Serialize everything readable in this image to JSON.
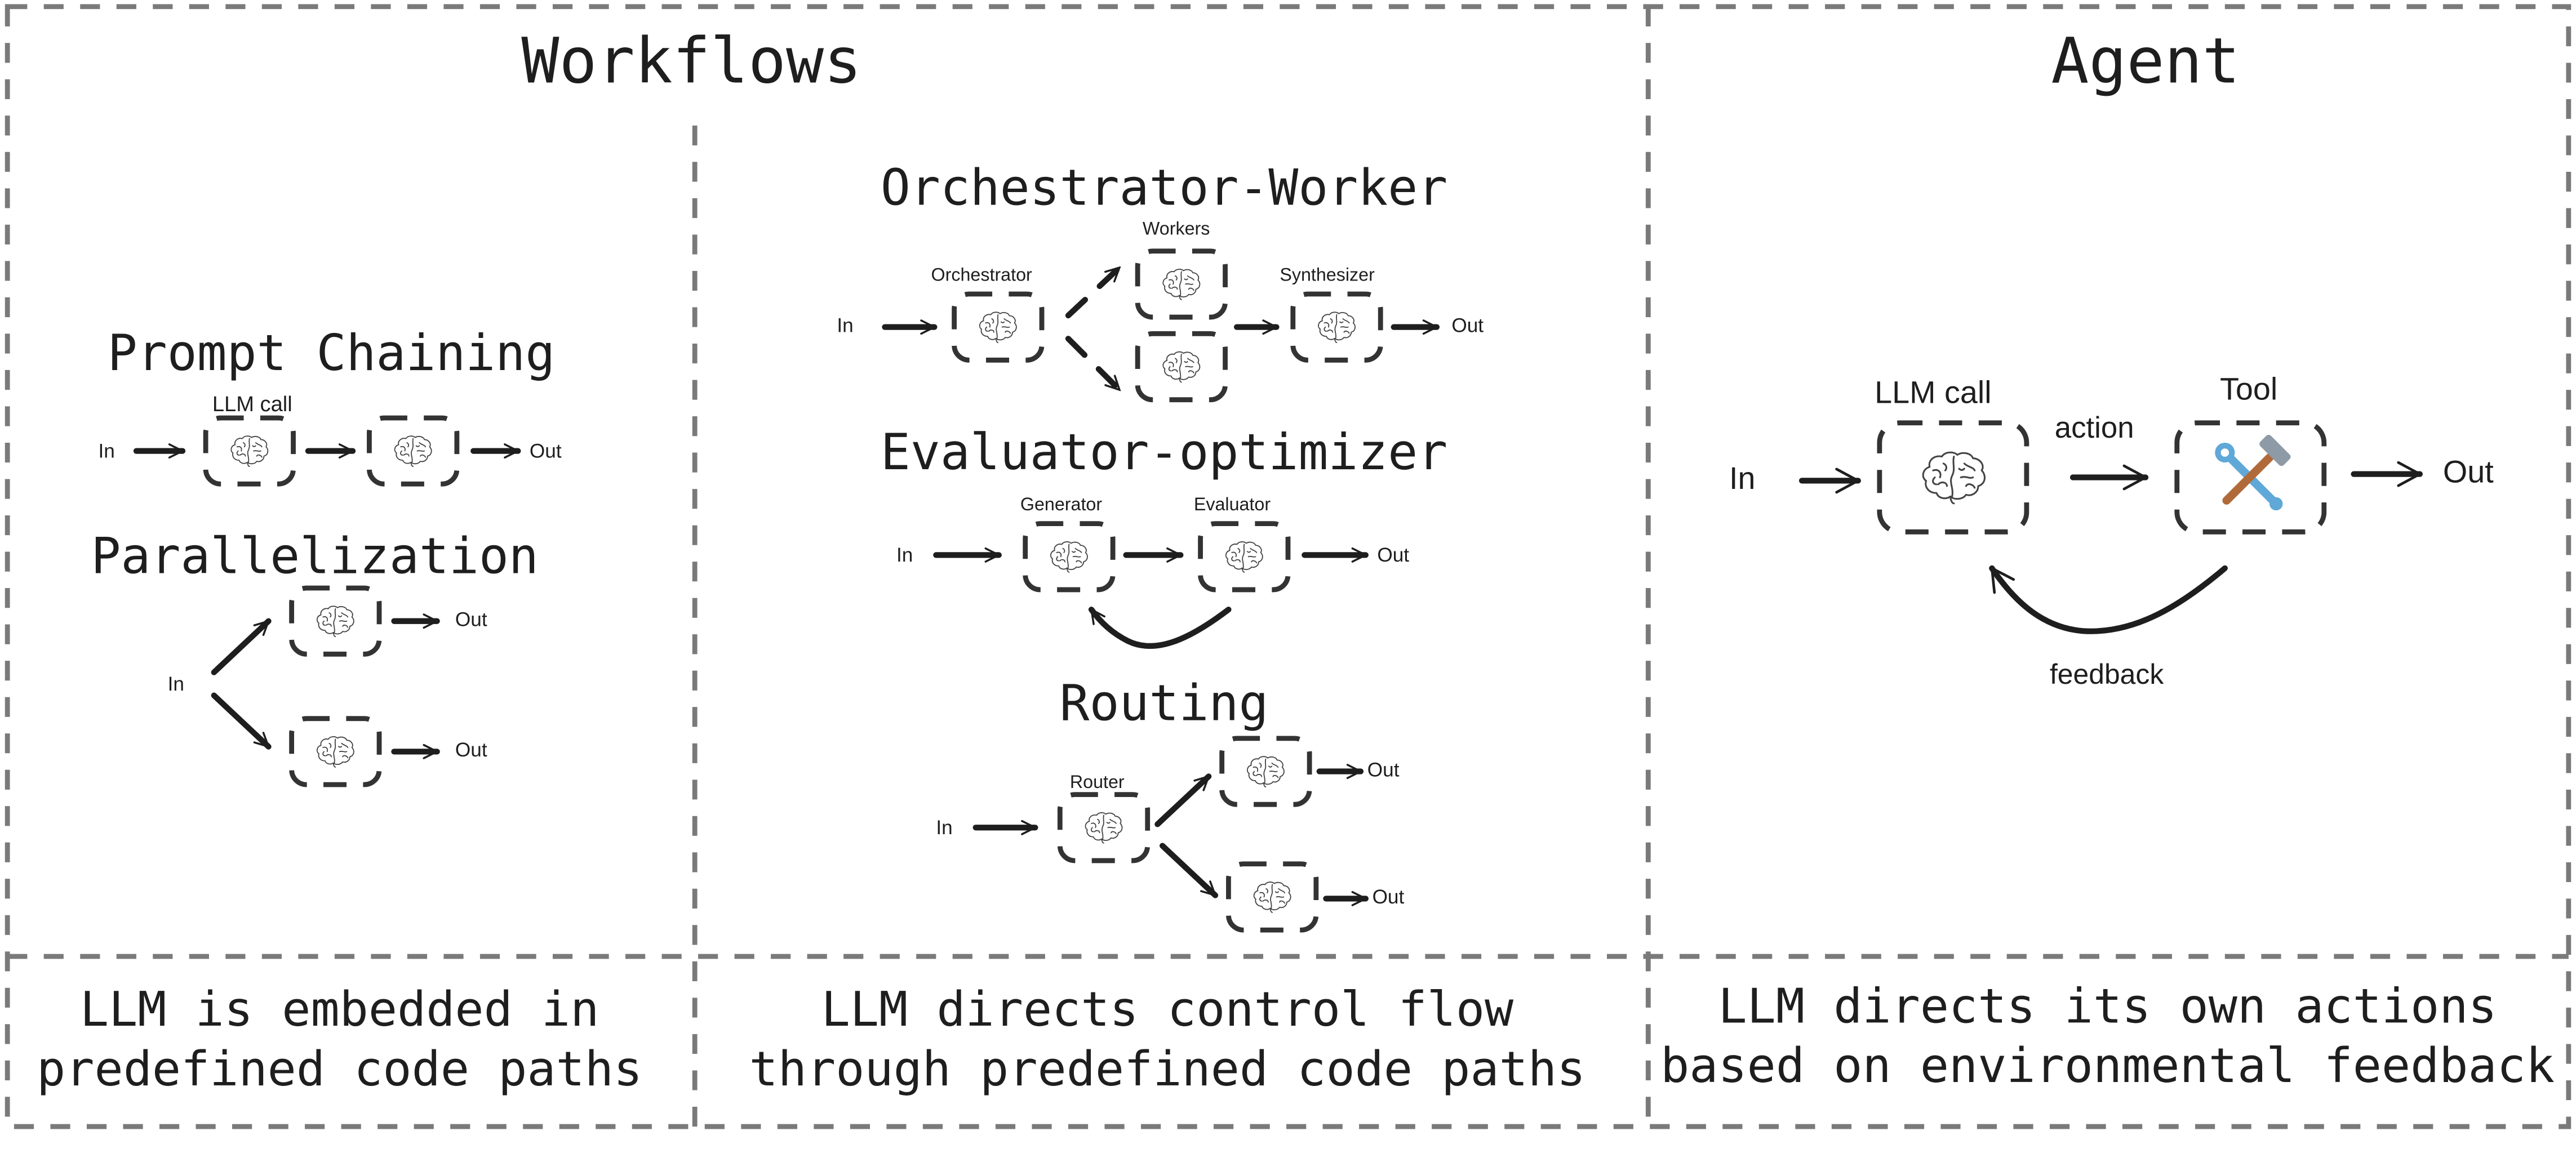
{
  "sections": {
    "workflows_title": "Workflows",
    "agent_title": "Agent"
  },
  "prompt_chaining": {
    "title": "Prompt Chaining",
    "box_label": "LLM call",
    "in_label": "In",
    "out_label": "Out"
  },
  "parallelization": {
    "title": "Parallelization",
    "in_label": "In",
    "out_labels": [
      "Out",
      "Out"
    ]
  },
  "orchestrator_worker": {
    "title": "Orchestrator-Worker",
    "orchestrator_label": "Orchestrator",
    "workers_label": "Workers",
    "synthesizer_label": "Synthesizer",
    "in_label": "In",
    "out_label": "Out"
  },
  "evaluator_optimizer": {
    "title": "Evaluator-optimizer",
    "generator_label": "Generator",
    "evaluator_label": "Evaluator",
    "in_label": "In",
    "out_label": "Out"
  },
  "routing": {
    "title": "Routing",
    "router_label": "Router",
    "in_label": "In",
    "out_labels": [
      "Out",
      "Out"
    ]
  },
  "agent": {
    "llm_label": "LLM call",
    "tool_label": "Tool",
    "action_label": "action",
    "feedback_label": "feedback",
    "in_label": "In",
    "out_label": "Out"
  },
  "captions": {
    "left_line1": "LLM is embedded in",
    "left_line2": "predefined code paths",
    "middle_line1": "LLM directs control flow",
    "middle_line2": "through predefined code paths",
    "right_line1": "LLM directs its own actions",
    "right_line2": "based on environmental feedback"
  },
  "icons": {
    "llm": "brain-icon",
    "tool": "hammer-wrench-icon"
  },
  "colors": {
    "ink": "#1e1e1e",
    "border": "#7a7a7a",
    "hammer_head": "#8e9aa6",
    "hammer_handle": "#b06a3a",
    "wrench": "#5fa8d8"
  }
}
